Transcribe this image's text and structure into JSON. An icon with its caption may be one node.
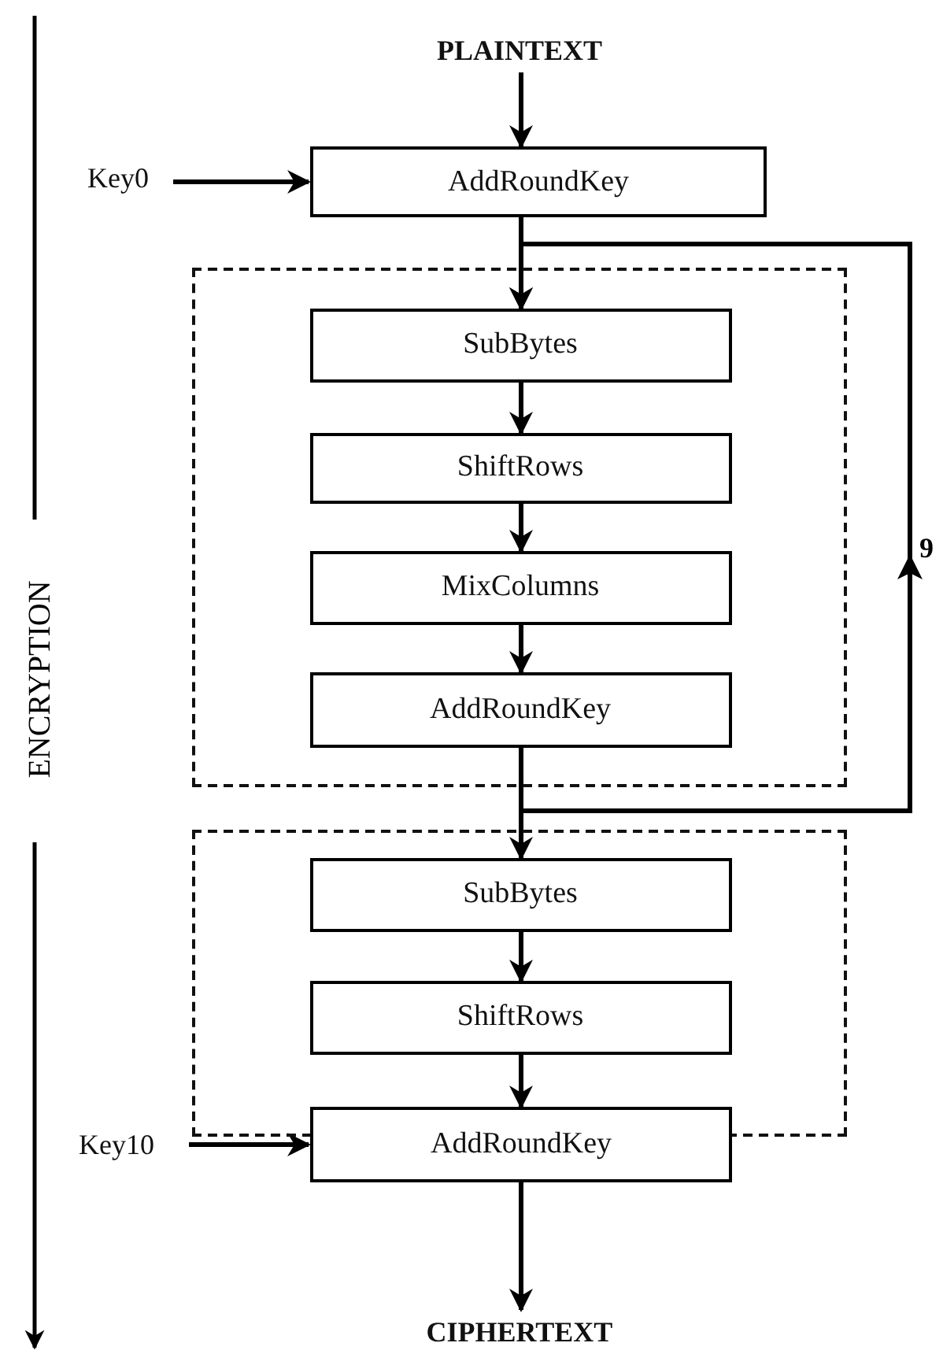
{
  "diagram": {
    "nodes": [
      {
        "text": [
          "PLAINTEXT"
        ]
      },
      {
        "text": [
          "Key0"
        ]
      },
      {
        "text": [
          "AddRoundKey"
        ]
      },
      {
        "text": [],
        "shape": "box"
      },
      {
        "text": [
          "SubBytes"
        ],
        "in": 3
      },
      {
        "text": [
          "ShiftRows"
        ],
        "in": 3
      },
      {
        "text": [
          "MixColumns"
        ],
        "in": 3
      },
      {
        "text": [
          "AddRoundKey"
        ],
        "in": 3
      },
      {
        "text": [],
        "shape": "box"
      },
      {
        "text": [
          "SubBytes"
        ],
        "in": 8
      },
      {
        "text": [
          "ShiftRows"
        ],
        "in": 8
      },
      {
        "text": [
          "Key10"
        ]
      },
      {
        "text": [
          "AddRoundKey"
        ]
      },
      {
        "text": [
          "CIPHERTEXT"
        ]
      }
    ],
    "edges": [
      {
        "from": 0,
        "to": 2,
        "arrow": "to"
      },
      {
        "from": 1,
        "to": 2,
        "arrow": "to"
      },
      {
        "from": 2,
        "to": 4,
        "arrow": "to"
      },
      {
        "from": 4,
        "to": 5,
        "arrow": "to"
      },
      {
        "from": 5,
        "to": 6,
        "arrow": "to"
      },
      {
        "from": 6,
        "to": 7,
        "arrow": "to"
      },
      {
        "from": 7,
        "to": 9,
        "arrow": "to"
      },
      {
        "from": 7,
        "to": 4,
        "arrow": "to",
        "label": "9"
      },
      {
        "from": 9,
        "to": 10,
        "arrow": "to"
      },
      {
        "from": 10,
        "to": 12,
        "arrow": "to"
      },
      {
        "from": 11,
        "to": 12,
        "arrow": "to"
      },
      {
        "from": 12,
        "to": 13,
        "arrow": "to"
      }
    ],
    "labels": [
      "ENCRYPTION"
    ]
  }
}
